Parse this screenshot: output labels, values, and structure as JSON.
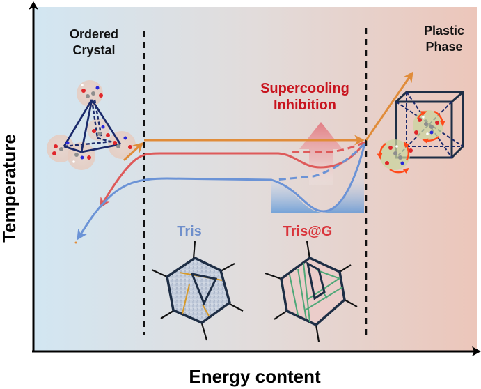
{
  "axes": {
    "x_label": "Energy content",
    "y_label": "Temperature"
  },
  "regions": {
    "left": {
      "label_line1": "Ordered",
      "label_line2": "Crystal"
    },
    "right": {
      "label_line1": "Plastic",
      "label_line2": "Phase"
    }
  },
  "annotation": {
    "line1": "Supercooling",
    "line2": "Inhibition",
    "color": "#c8141e"
  },
  "materials": [
    {
      "name": "Tris",
      "color": "#6f8fcb"
    },
    {
      "name": "Tris@G",
      "color": "#d9333a"
    }
  ],
  "curves": [
    {
      "name": "heating-path",
      "color": "#e08c3a"
    },
    {
      "name": "tris-g-cooling-path",
      "color": "#de5a5a"
    },
    {
      "name": "tris-cooling-path",
      "color": "#6b93d6"
    }
  ],
  "background_gradient": {
    "left": "#d3e6f2",
    "middle": "#e2dddb",
    "right": "#ecc8bd"
  }
}
